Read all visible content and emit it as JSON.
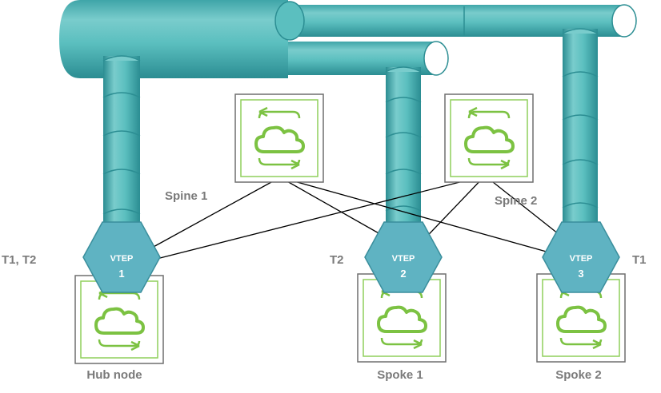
{
  "colors": {
    "tube": "#5bbfbf",
    "tube_dark": "#2c8e93",
    "tube_light": "#8fd6d6",
    "vtep": "#5fb3c2",
    "router_green": "#7cc242",
    "link": "#000000",
    "label": "#7a7a7a"
  },
  "icon": "router-cloud-icon",
  "switches": [
    {
      "id": "spine-1",
      "label": "Spine 1"
    },
    {
      "id": "spine-2",
      "label": "Spine 2"
    }
  ],
  "vteps": [
    {
      "id": "vtep-1",
      "label": "VTEP",
      "number": "1",
      "tunnels": "T1, T2",
      "node": "Hub node"
    },
    {
      "id": "vtep-2",
      "label": "VTEP",
      "number": "2",
      "tunnels": "T2",
      "node": "Spoke 1"
    },
    {
      "id": "vtep-3",
      "label": "VTEP",
      "number": "3",
      "tunnels": "T1",
      "node": "Spoke 2"
    }
  ]
}
